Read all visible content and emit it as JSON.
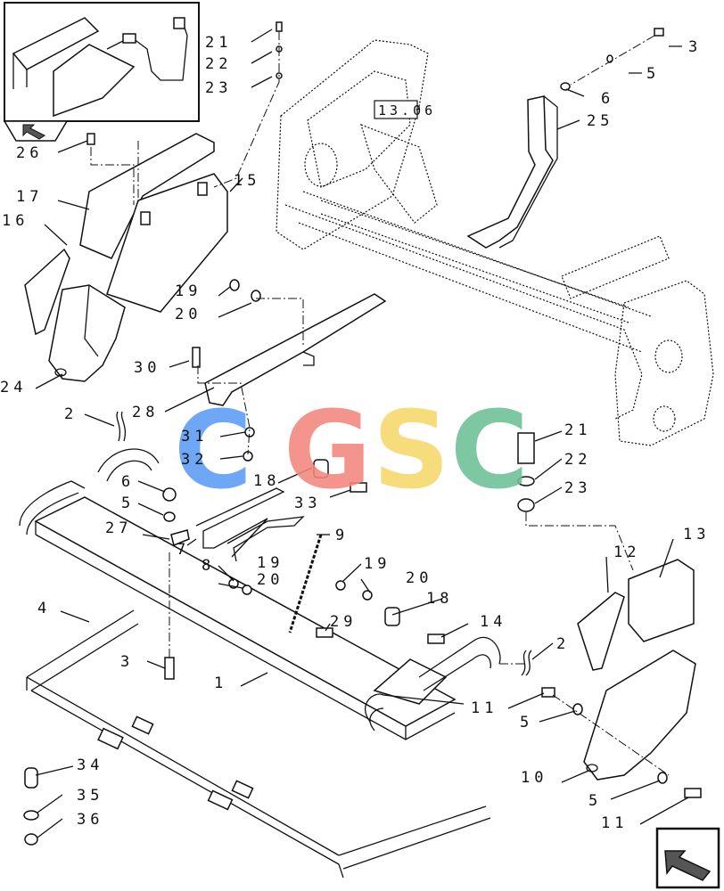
{
  "reference_box": "13.06",
  "watermark": {
    "letters": [
      "C",
      "G",
      "S",
      "C"
    ],
    "colors": [
      "#5b9cf4",
      "#f2877e",
      "#f7d86a",
      "#6cc197"
    ]
  },
  "callouts": [
    {
      "id": "c-21-top",
      "text": "21"
    },
    {
      "id": "c-22-top",
      "text": "22"
    },
    {
      "id": "c-23-top",
      "text": "23"
    },
    {
      "id": "c-3-top",
      "text": "3"
    },
    {
      "id": "c-5-top",
      "text": "5"
    },
    {
      "id": "c-6-top",
      "text": "6"
    },
    {
      "id": "c-25",
      "text": "25"
    },
    {
      "id": "c-26",
      "text": "26"
    },
    {
      "id": "c-15",
      "text": "15"
    },
    {
      "id": "c-17",
      "text": "17"
    },
    {
      "id": "c-16",
      "text": "16"
    },
    {
      "id": "c-19-mid",
      "text": "19"
    },
    {
      "id": "c-20-mid",
      "text": "20"
    },
    {
      "id": "c-30",
      "text": "30"
    },
    {
      "id": "c-24",
      "text": "24"
    },
    {
      "id": "c-2-left",
      "text": "2"
    },
    {
      "id": "c-28",
      "text": "28"
    },
    {
      "id": "c-31",
      "text": "31"
    },
    {
      "id": "c-32",
      "text": "32"
    },
    {
      "id": "c-6-left",
      "text": "6"
    },
    {
      "id": "c-5-left",
      "text": "5"
    },
    {
      "id": "c-18-mid",
      "text": "18"
    },
    {
      "id": "c-33",
      "text": "33"
    },
    {
      "id": "c-27",
      "text": "27"
    },
    {
      "id": "c-7",
      "text": "7"
    },
    {
      "id": "c-8",
      "text": "8"
    },
    {
      "id": "c-9",
      "text": "9"
    },
    {
      "id": "c-19-low",
      "text": "19"
    },
    {
      "id": "c-20-low",
      "text": "20"
    },
    {
      "id": "c-19-right",
      "text": "19"
    },
    {
      "id": "c-20-right",
      "text": "20"
    },
    {
      "id": "c-18-right",
      "text": "18"
    },
    {
      "id": "c-29",
      "text": "29"
    },
    {
      "id": "c-14",
      "text": "14"
    },
    {
      "id": "c-21-right",
      "text": "21"
    },
    {
      "id": "c-22-right",
      "text": "22"
    },
    {
      "id": "c-23-right",
      "text": "23"
    },
    {
      "id": "c-12",
      "text": "12"
    },
    {
      "id": "c-13",
      "text": "13"
    },
    {
      "id": "c-4",
      "text": "4"
    },
    {
      "id": "c-3-low",
      "text": "3"
    },
    {
      "id": "c-1",
      "text": "1"
    },
    {
      "id": "c-2-right",
      "text": "2"
    },
    {
      "id": "c-11-mid",
      "text": "11"
    },
    {
      "id": "c-5-right",
      "text": "5"
    },
    {
      "id": "c-10",
      "text": "10"
    },
    {
      "id": "c-5-bottom",
      "text": "5"
    },
    {
      "id": "c-11-bottom",
      "text": "11"
    },
    {
      "id": "c-34",
      "text": "34"
    },
    {
      "id": "c-35",
      "text": "35"
    },
    {
      "id": "c-36",
      "text": "36"
    }
  ]
}
